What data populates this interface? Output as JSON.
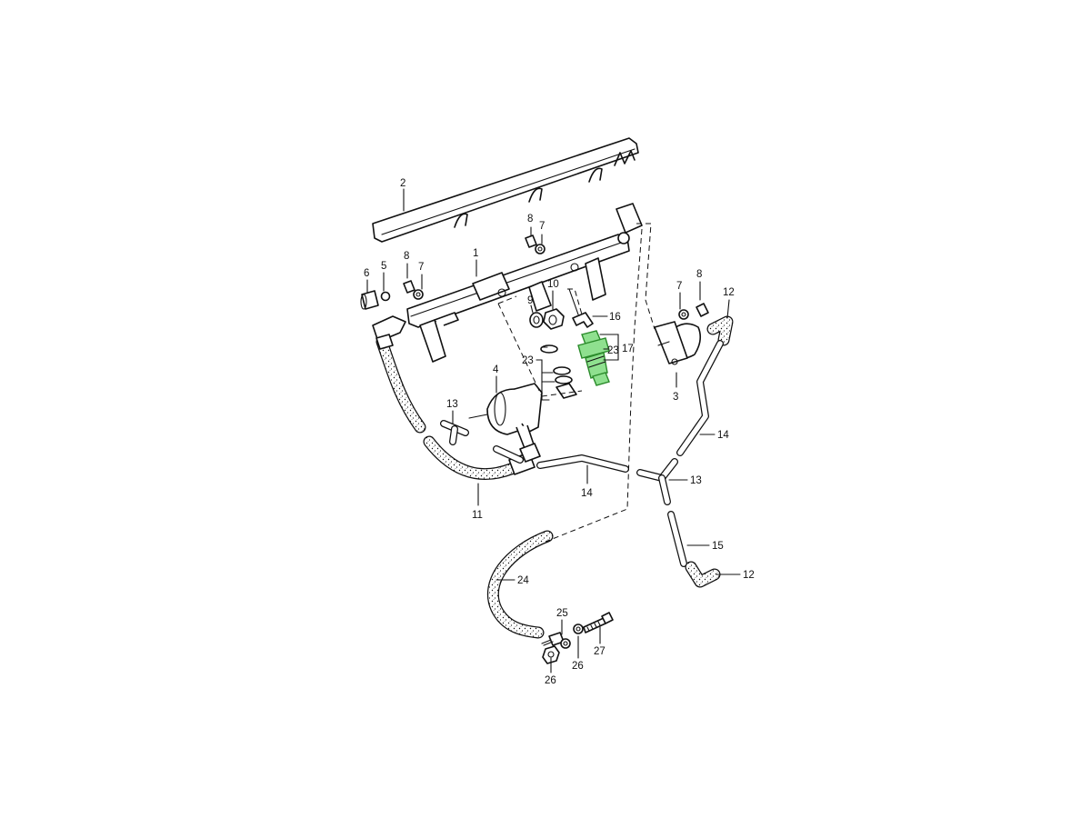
{
  "diagram": {
    "callouts": {
      "c1": "1",
      "c2": "2",
      "c3": "3",
      "c4": "4",
      "c5": "5",
      "c6": "6",
      "c7a": "7",
      "c7b": "7",
      "c7c": "7",
      "c8a": "8",
      "c8b": "8",
      "c8c": "8",
      "c9": "9",
      "c10": "10",
      "c11": "11",
      "c12a": "12",
      "c12b": "12",
      "c13a": "13",
      "c13b": "13",
      "c14a": "14",
      "c14b": "14",
      "c15": "15",
      "c16": "16",
      "c17": "17",
      "c23a": "23",
      "c23b": "23",
      "c24": "24",
      "c25": "25",
      "c26a": "26",
      "c26b": "26",
      "c27": "27"
    },
    "highlight_color": "#8fe08f"
  }
}
